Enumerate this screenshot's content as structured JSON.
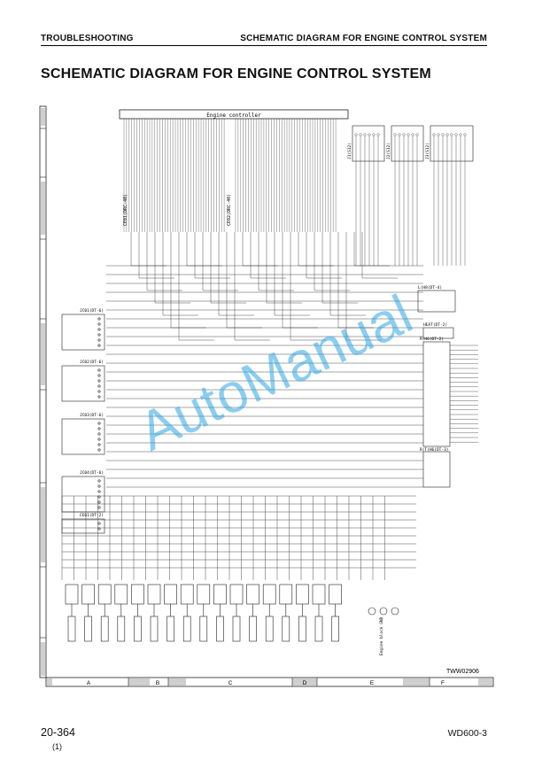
{
  "header": {
    "left": "TROUBLESHOOTING",
    "right": "SCHEMATIC DIAGRAM FOR ENGINE CONTROL SYSTEM"
  },
  "title": "SCHEMATIC DIAGRAM FOR ENGINE CONTROL SYSTEM",
  "diagram": {
    "controller_label": "Engine controller",
    "connectors_top": [
      "CE01(DRC-40)",
      "CE02(DRC-40)"
    ],
    "connectors_right_top": [
      "J1(S12)",
      "J2(S12)",
      "J3(S12)"
    ],
    "relay_labels": [
      "L(H8(DT-4)",
      "HEAT(DT-2)",
      "R(H6(DT-2)",
      "R(T(H6(DT-3)"
    ],
    "junction_labels": [
      "JC01(DT-6)",
      "JC02(DT-6)",
      "JC03(DT-6)",
      "JC04(DT-6)",
      "CE61(DT-2)"
    ],
    "grid_columns": [
      "A",
      "B",
      "C",
      "D",
      "E",
      "F"
    ],
    "watermark": "AutoManual",
    "figure_id": "TWW02906",
    "ground_label": "Engine block GND"
  },
  "footer": {
    "page": "20-364",
    "revision": "(1)",
    "model": "WD600-3"
  }
}
